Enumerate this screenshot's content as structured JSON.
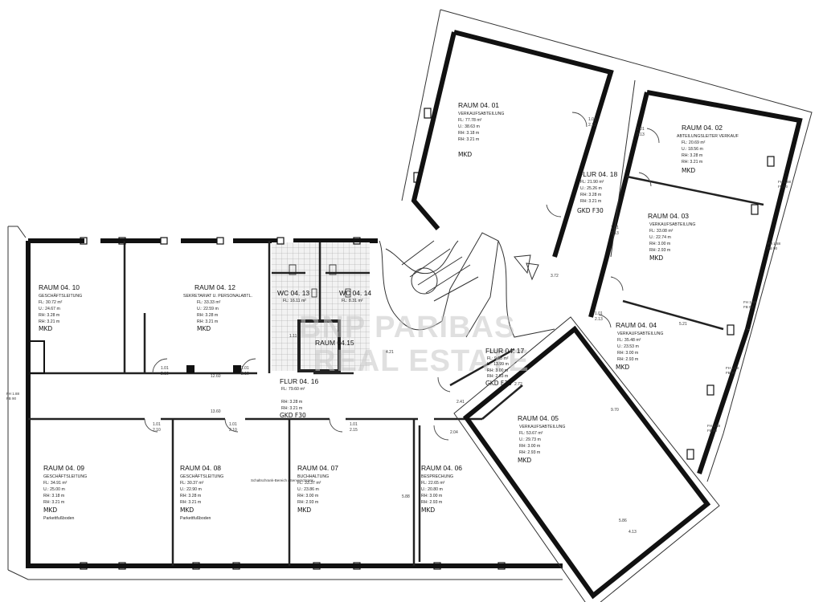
{
  "watermark": {
    "line1": "BNP PARIBAS",
    "line2": "REAL ESTATE"
  },
  "rooms": [
    {
      "id": "r0410",
      "title": "RAUM 04. 10",
      "use": "GESCHÄFTSLEITUNG",
      "fl": "FL: 30.72 m²",
      "u": "U.: 24.67 m",
      "rh": "RH: 3.28 m",
      "rh2": "RH: 3.21 m",
      "tag": "MKD"
    },
    {
      "id": "r0412",
      "title": "RAUM 04. 12",
      "use": "SEKRETARIAT U. PERSONALABTL.",
      "fl": "FL: 33.33 m²",
      "u": "U.: 22.59 m",
      "rh": "RH: 3.28 m",
      "rh2": "RH: 3.21 m",
      "tag": "MKD"
    },
    {
      "id": "r0413",
      "title": "WC 04. 13",
      "use": "",
      "fl": "FL: 16.11 m²",
      "u": "",
      "rh": "",
      "rh2": "",
      "tag": ""
    },
    {
      "id": "r0414",
      "title": "WC 04. 14",
      "use": "",
      "fl": "FL: 8.31 m²",
      "u": "",
      "rh": "",
      "rh2": "",
      "tag": ""
    },
    {
      "id": "r0415",
      "title": "RAUM 04.15",
      "use": "",
      "fl": "",
      "u": "",
      "rh": "",
      "rh2": "",
      "tag": ""
    },
    {
      "id": "r0416",
      "title": "FLUR 04. 16",
      "use": "",
      "fl": "FL: 79.60 m²",
      "u": "",
      "rh": "RH: 3.28 m",
      "rh2": "RH: 3.21 m",
      "tag": "GKD F30"
    },
    {
      "id": "r0417",
      "title": "FLUR 04. 17",
      "use": "",
      "fl": "FL: 9.98 m²",
      "u": "U.: 13.99 m",
      "rh": "RH: 3.00 m",
      "rh2": "RH: 2.93 m",
      "tag": "GKD F30"
    },
    {
      "id": "r0418",
      "title": "FLUR 04. 18",
      "use": "",
      "fl": "FL: 21.90 m²",
      "u": "U.: 25.26 m",
      "rh": "RH: 3.28 m",
      "rh2": "RH: 3.21 m",
      "tag": "GKD F30"
    },
    {
      "id": "r0401",
      "title": "RAUM 04. 01",
      "use": "VERKAUFSABTEILUNG",
      "fl": "FL: 77.78 m²",
      "u": "U.: 38.63 m",
      "rh": "RH: 3.18 m",
      "rh2": "RH: 3.21 m",
      "tag": "MKD"
    },
    {
      "id": "r0402",
      "title": "RAUM 04. 02",
      "use": "ABTEILUNGSLEITER VERKAUF",
      "fl": "FL: 20.69 m²",
      "u": "U.: 18.56 m",
      "rh": "RH: 3.28 m",
      "rh2": "RH: 3.21 m",
      "tag": "MKD"
    },
    {
      "id": "r0403",
      "title": "RAUM 04. 03",
      "use": "VERKAUFSABTEILUNG",
      "fl": "FL: 33.08 m²",
      "u": "U.: 22.74 m",
      "rh": "RH: 3.00 m",
      "rh2": "RH: 2.93 m",
      "tag": "MKD"
    },
    {
      "id": "r0404",
      "title": "RAUM 04. 04",
      "use": "VERKAUFSABTEILUNG",
      "fl": "FL: 35.48 m²",
      "u": "U.: 23.53 m",
      "rh": "RH: 3.00 m",
      "rh2": "RH: 2.93 m",
      "tag": "MKD"
    },
    {
      "id": "r0405",
      "title": "RAUM 04. 05",
      "use": "VERKAUFSABTEILUNG",
      "fl": "FL: 53.67 m²",
      "u": "U.: 29.73 m",
      "rh": "RH: 3.00 m",
      "rh2": "RH: 2.93 m",
      "tag": "MKD"
    },
    {
      "id": "r0409",
      "title": "RAUM 04. 09",
      "use": "GESCHÄFTSLEITUNG",
      "fl": "FL: 34.91 m²",
      "u": "U.: 25.00 m",
      "rh": "RH: 3.18 m",
      "rh2": "RH: 3.21 m",
      "tag": "MKD",
      "note": "Parkettfußboden"
    },
    {
      "id": "r0408",
      "title": "RAUM 04. 08",
      "use": "GESCHÄFTSLEITUNG",
      "fl": "FL: 30.37 m²",
      "u": "U.: 22.90 m",
      "rh": "RH: 3.28 m",
      "rh2": "RH: 3.21 m",
      "tag": "MKD",
      "note": "Parkettfußboden"
    },
    {
      "id": "r0407",
      "title": "RAUM 04. 07",
      "use": "BUCHHALTUNG",
      "fl": "FL: 33.37 m²",
      "u": "U.: 23.86 m",
      "rh": "RH: 3.00 m",
      "rh2": "RH: 2.93 m",
      "tag": "MKD"
    },
    {
      "id": "r0406",
      "title": "RAUM 04. 06",
      "use": "BESPRECHUNG",
      "fl": "FL: 22.65 m²",
      "u": "U.: 20.80 m",
      "rh": "RH: 3.00 m",
      "rh2": "RH: 2.93 m",
      "tag": "MKD"
    }
  ],
  "dimensions": {
    "d1260": "12.60",
    "d1360": "13.60",
    "d241": "2.41",
    "d204": "2.04",
    "d5_88": "5.88",
    "d5_86": "5.86",
    "d4_13": "4.13",
    "d5_21": "5.21",
    "d3_72": "3.72",
    "d4_21": "4.21",
    "d9_70": "9.70",
    "d2_72": "2.72"
  },
  "door_labels": {
    "a": "1.01",
    "b": "2.10",
    "c": "2.13",
    "d": "2.15",
    "e": "1.11"
  },
  "fh_labels": {
    "fh": "FH 1.88",
    "fb": "FB 90"
  },
  "notes": {
    "schalt": "Schaltschrank-Bereich / Serverschrank"
  }
}
